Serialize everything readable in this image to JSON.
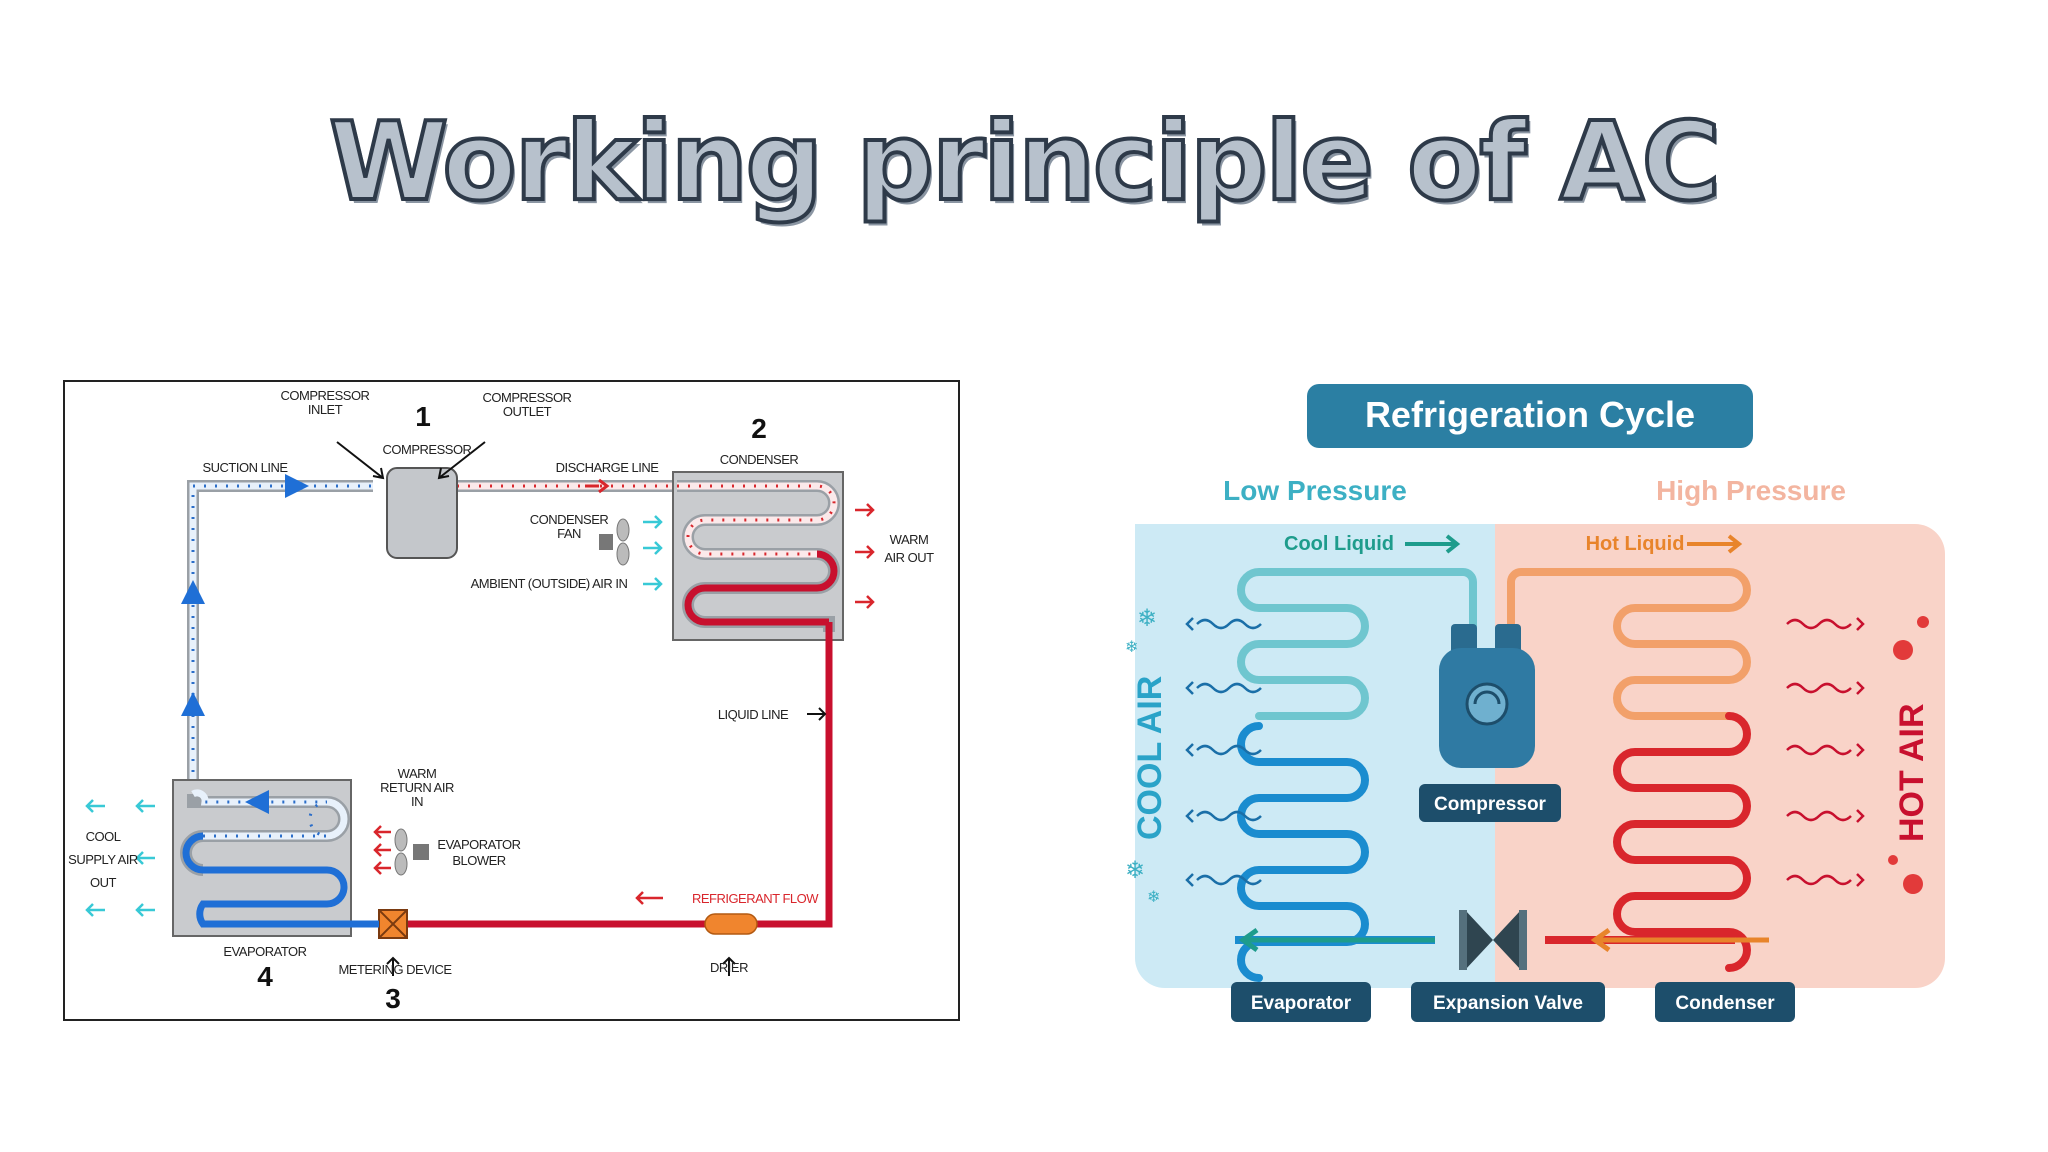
{
  "slide": {
    "title": "Working principle of AC"
  },
  "left_diagram": {
    "numbers": {
      "n1": "1",
      "n2": "2",
      "n3": "3",
      "n4": "4"
    },
    "labels": {
      "compressor_inlet_1": "COMPRESSOR",
      "compressor_inlet_2": "INLET",
      "compressor_outlet_1": "COMPRESSOR",
      "compressor_outlet_2": "OUTLET",
      "compressor": "COMPRESSOR",
      "condenser": "CONDENSER",
      "suction_line": "SUCTION LINE",
      "discharge_line": "DISCHARGE LINE",
      "condenser_fan_1": "CONDENSER",
      "condenser_fan_2": "FAN",
      "ambient_air": "AMBIENT (OUTSIDE) AIR IN",
      "warm_air_out_1": "WARM",
      "warm_air_out_2": "AIR OUT",
      "liquid_line": "LIQUID LINE",
      "warm_return_1": "WARM",
      "warm_return_2": "RETURN AIR",
      "warm_return_3": "IN",
      "evap_blower_1": "EVAPORATOR",
      "evap_blower_2": "BLOWER",
      "cool_supply_1": "COOL",
      "cool_supply_2": "SUPPLY AIR",
      "cool_supply_3": "OUT",
      "refrigerant_flow": "REFRIGERANT FLOW",
      "evaporator": "EVAPORATOR",
      "metering_device": "METERING DEVICE",
      "drier": "DRIER"
    },
    "colors": {
      "cold_line": "#1f6fd6",
      "hot_line": "#c8102e",
      "flow_red": "#d9262c",
      "air_cyan": "#38c9d6"
    }
  },
  "right_diagram": {
    "title": "Refrigeration Cycle",
    "low_pressure": "Low Pressure",
    "high_pressure": "High Pressure",
    "cool_liquid": "Cool Liquid",
    "hot_liquid": "Hot Liquid",
    "cool_air": "COOL AIR",
    "hot_air": "HOT AIR",
    "compressor": "Compressor",
    "evaporator": "Evaporator",
    "expansion_valve": "Expansion Valve",
    "condenser": "Condenser",
    "colors": {
      "label_bg": "#1d4e6b",
      "cool_bg": "#cdeaf5",
      "hot_bg": "#f9d3c8",
      "cool_text": "#2aa3c8",
      "hot_text": "#f3b5a0",
      "cool_liquid": "#1e9c8c",
      "hot_liquid": "#e8842b"
    }
  }
}
